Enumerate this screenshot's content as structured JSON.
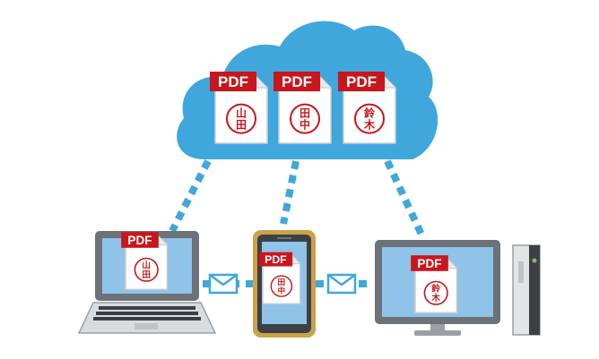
{
  "colors": {
    "cloud": "#3fa7dc",
    "cloud_shadow": "#2d8fc6",
    "link_dots": "#3fa7dc",
    "pdf_red": "#c8161d",
    "doc_white": "#ffffff",
    "doc_stroke": "#c9cdd2",
    "screen_blue": "#8fc3e8",
    "device_gray": "#6d7278",
    "device_dark": "#3c4045",
    "phone_gold": "#c9a24a",
    "envelope": "#3fa7dc",
    "power_led": "#7ec24a"
  },
  "cloud_docs": [
    {
      "badge": "PDF",
      "seal_lines": [
        "山",
        "田"
      ]
    },
    {
      "badge": "PDF",
      "seal_lines": [
        "田",
        "中"
      ]
    },
    {
      "badge": "PDF",
      "seal_lines": [
        "鈴",
        "木"
      ]
    }
  ],
  "devices": {
    "laptop": {
      "doc": {
        "badge": "PDF",
        "seal_lines": [
          "山",
          "田"
        ]
      }
    },
    "phone": {
      "doc": {
        "badge": "PDF",
        "seal_lines": [
          "田",
          "中"
        ]
      }
    },
    "desktop": {
      "doc": {
        "badge": "PDF",
        "seal_lines": [
          "鈴",
          "木"
        ]
      }
    }
  },
  "icons": {
    "cloud": "cloud-icon",
    "envelope": "envelope-icon",
    "laptop": "laptop-icon",
    "phone": "smartphone-icon",
    "monitor": "monitor-icon",
    "tower": "pc-tower-icon"
  }
}
